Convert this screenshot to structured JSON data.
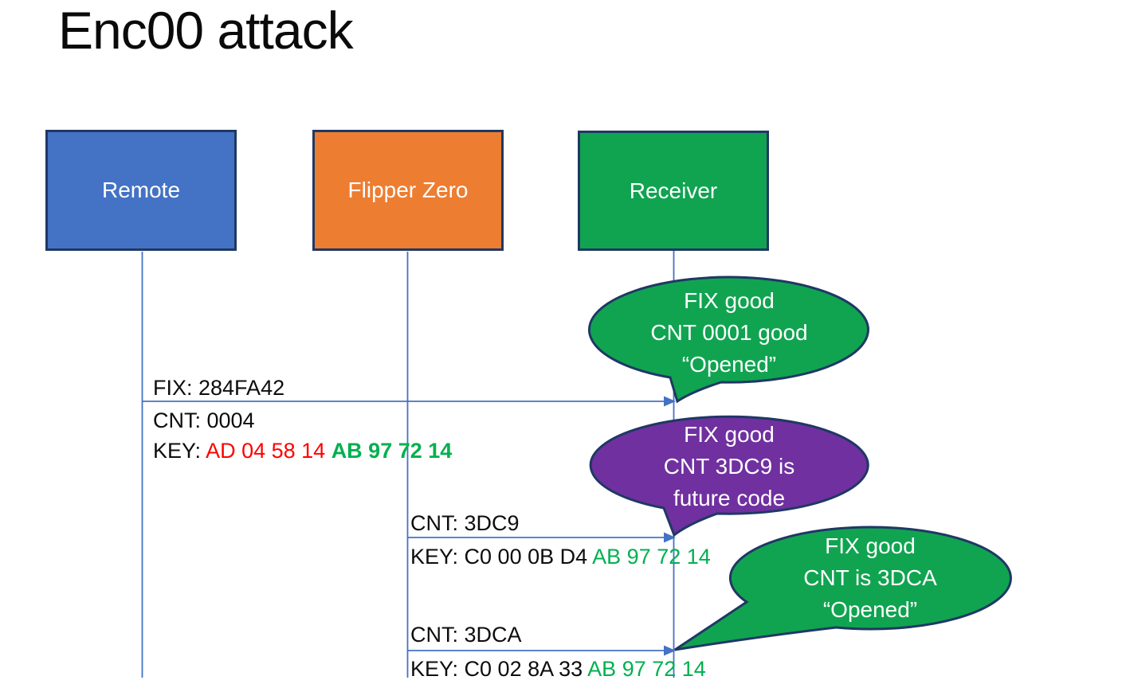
{
  "slide": {
    "title": "Enc00 attack"
  },
  "colors": {
    "actor_blue": "#4472C4",
    "actor_orange": "#ED7D31",
    "actor_green": "#10A450",
    "bubble_green": "#10A450",
    "bubble_purple": "#7030A0",
    "outline_navy": "#1F3864",
    "connector_blue": "#4472C4",
    "key_red": "#FF0000",
    "key_green": "#00B050",
    "text_black": "#0D0D0D"
  },
  "actors": {
    "remote": {
      "label": "Remote"
    },
    "flipper": {
      "label": "Flipper Zero"
    },
    "receiver": {
      "label": "Receiver"
    }
  },
  "messages": {
    "m1": {
      "fix": "FIX: 284FA42",
      "cnt": "CNT: 0004",
      "key_label": "KEY: ",
      "key_red": "AD 04 58 14 ",
      "key_green": "AB 97 72 14"
    },
    "m2": {
      "cnt": "CNT: 3DC9",
      "key_label": "KEY: C0 00 0B D4 ",
      "key_green": "AB 97 72 14"
    },
    "m3": {
      "cnt": "CNT: 3DCA",
      "key_label": "KEY: C0 02 8A 33 ",
      "key_green": "AB 97 72 14"
    }
  },
  "bubbles": {
    "b1": {
      "line1": "FIX good",
      "line2": "CNT 0001 good",
      "line3": "“Opened”"
    },
    "b2": {
      "line1": "FIX good",
      "line2": "CNT 3DC9 is",
      "line3": "future code"
    },
    "b3": {
      "line1": "FIX good",
      "line2": "CNT is 3DCA",
      "line3": "“Opened”"
    }
  }
}
